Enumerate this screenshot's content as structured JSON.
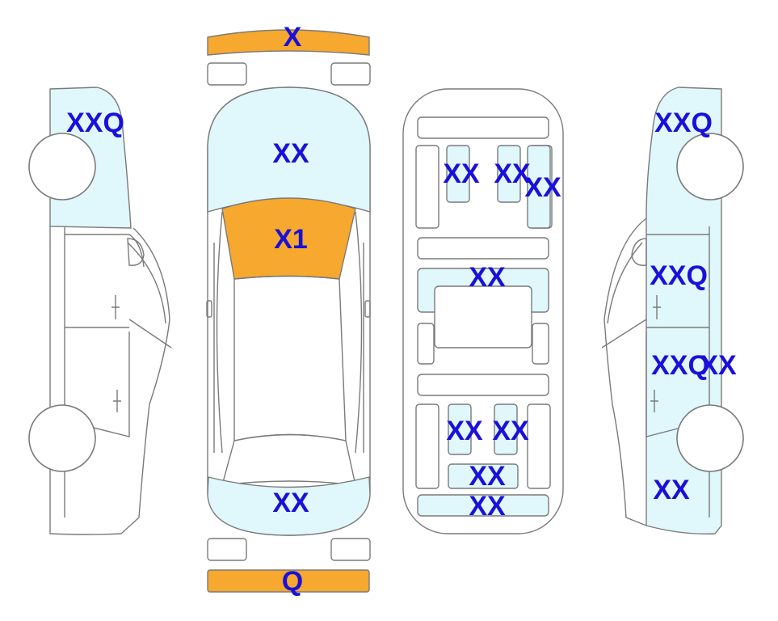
{
  "colors": {
    "panel_light": "#e0f7fc",
    "panel_highlight": "#f6a82f",
    "outline": "#7a7a7a",
    "label": "#1a10d8"
  },
  "labels": {
    "front_bumper": "X",
    "rear_bumper": "Q",
    "left_front_fender": "XXQ",
    "hood": "XX",
    "windshield": "X1",
    "trunk_lid": "XX",
    "underbody_front_left": "XX",
    "underbody_front_center": "XX",
    "underbody_front_right": "XX",
    "underbody_center": "XX",
    "underbody_rear_left": "XX",
    "underbody_rear_right": "XX",
    "underbody_rear_center": "XX",
    "underbody_rear_bottom": "XX",
    "right_front_fender": "XXQ",
    "right_front_door": "XXQ",
    "right_rear_door": "XXQ",
    "right_rear_door_extra": "XX",
    "right_rear_quarter": "XX"
  }
}
